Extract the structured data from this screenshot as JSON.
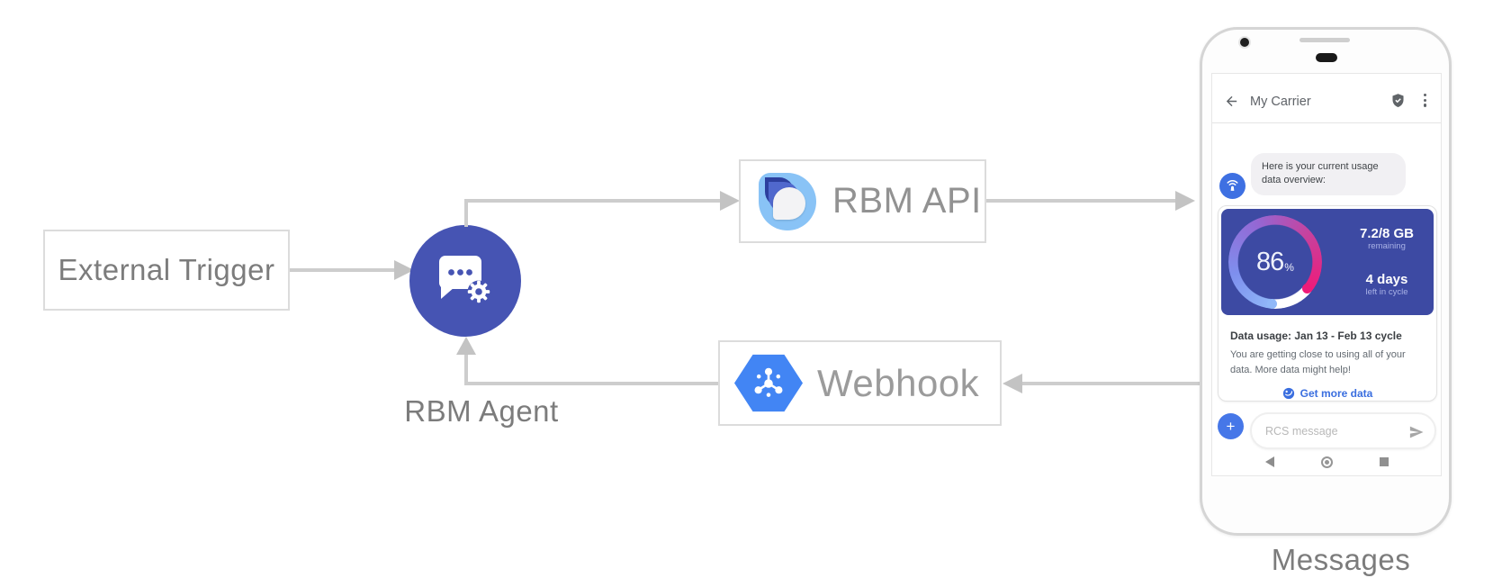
{
  "diagram": {
    "external_trigger": "External Trigger",
    "rbm_agent": "RBM Agent",
    "rbm_api": "RBM API",
    "webhook": "Webhook",
    "messages_caption": "Messages"
  },
  "phone": {
    "header": {
      "title": "My Carrier"
    },
    "bubble": {
      "text": "Here is your current usage data overview:"
    },
    "usage_card": {
      "percent_value": "86",
      "percent_unit": "%",
      "quota_value": "7.2/8 GB",
      "quota_label": "remaining",
      "days_value": "4 days",
      "days_label": "left in cycle",
      "cycle_title": "Data usage: Jan 13 - Feb 13 cycle",
      "cycle_body": "You are getting close to using all of your data. More data might help!",
      "cta_label": "Get more data"
    },
    "composer": {
      "plus": "+",
      "placeholder": "RCS message"
    }
  },
  "colors": {
    "agent_indigo": "#4654b3",
    "card_indigo": "#3d4aa3",
    "accent_blue": "#4285f4",
    "link_blue": "#3a6edf",
    "gauge_start": "#90b8f8",
    "gauge_end": "#ef1b79",
    "arrow_gray": "#cdcdcd"
  }
}
